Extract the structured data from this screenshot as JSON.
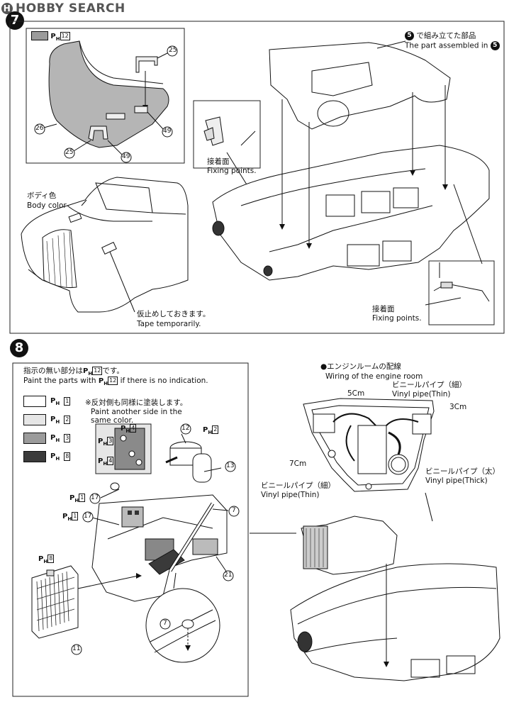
{
  "watermark": {
    "brand": "HOBBY SEARCH",
    "mark": "H"
  },
  "steps": {
    "s7": "7",
    "s8": "8"
  },
  "step7": {
    "inset_paint_code": "12",
    "parts": [
      "25",
      "26",
      "25",
      "49",
      "49"
    ],
    "ref_jp": "で組み立てた部品",
    "ref_en": "The part assembled in",
    "ref_step": "5",
    "fix1_jp": "接着面",
    "fix1_en": "Fixing points.",
    "body_jp": "ボディ色",
    "body_en": "Body color",
    "tape_jp": "仮止めしておきます。",
    "tape_en": "Tape temporarily.",
    "fix2_jp": "接着面",
    "fix2_en": "Fixing points."
  },
  "step8": {
    "note_jp": "指示の無い部分は",
    "note_jp_code": "12",
    "note_jp_end": "です。",
    "note_en": "Paint the parts with",
    "note_en_code": "12",
    "note_en_end": "if there is no indication.",
    "legend": [
      {
        "code": "1",
        "color": "#ffffff"
      },
      {
        "code": "2",
        "color": "#e6e6e6"
      },
      {
        "code": "3",
        "color": "#9b9b9b"
      },
      {
        "code": "8",
        "color": "#3a3a3a"
      }
    ],
    "reverse_jp": "※反対側も同様に塗装します。",
    "reverse_en1": "Paint another side in the",
    "reverse_en2": "same color.",
    "inset_codes": [
      "4",
      "3",
      "4"
    ],
    "part_labels": [
      "12",
      "13",
      "7",
      "21",
      "11",
      "17",
      "17",
      "7"
    ],
    "ph_tags": [
      "2",
      "1",
      "1",
      "8"
    ],
    "wiring_jp": "●エンジンルームの配線",
    "wiring_en": "Wiring of the engine room",
    "len_5": "5Cm",
    "len_3": "3Cm",
    "len_7": "7Cm",
    "vinyl_thin_jp": "ビニールパイプ（細）",
    "vinyl_thin_en": "Vinyl pipe(Thin)",
    "vinyl_thick_jp": "ビニールパイプ（太）",
    "vinyl_thick_en": "Vinyl pipe(Thick)",
    "vinyl_thin2_jp": "ビニールパイプ（細）",
    "vinyl_thin2_en": "Vinyl pipe(Thin)",
    "ph_prefix": "P",
    "ph_sub": "H"
  }
}
